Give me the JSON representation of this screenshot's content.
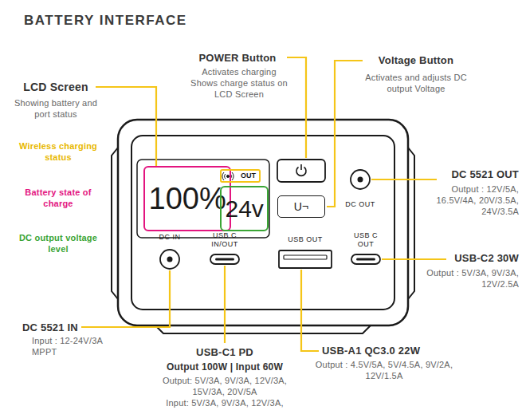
{
  "diagram": {
    "title": "BATTERY INTERFACE",
    "nodes": [
      {
        "text": [
          "100%"
        ]
      },
      {
        "text": [
          "OUT"
        ]
      },
      {
        "text": [
          "24v"
        ]
      },
      {
        "text": [
          "U¬"
        ]
      }
    ],
    "labels": [
      "LCD Screen",
      "Showing battery and port status",
      "Wireless charging status",
      "Battery state of charge",
      "DC output voltage level",
      "POWER Button",
      "Activates charging Shows charge status on LCD Screen",
      "Voltage Button",
      "Activates and adjusts DC output Voltage",
      "DC 5521 OUT",
      "Output : 12V/5A, 16.5V/4A, 20V/3.5A, 24V/3.5A",
      "USB-C2 30W",
      "Output : 5V/3A, 9V/3A, 12V/2.5A",
      "DC 5521 IN",
      "Input : 12-24V/3A MPPT",
      "USB-C1 PD",
      "Output 100W | Input 60W",
      "Output: 5V/3A, 9V/3A, 12V/3A, 15V/3A, 20V/5A",
      "Input: 5V/3A, 9V/3A, 12V/3A,",
      "USB-A1 QC3.0 22W",
      "Output : 4.5V/5A, 5V/4.5A, 9V/2A, 12V/1.5A",
      "DC IN",
      "USB C IN/OUT",
      "USB OUT",
      "USB C OUT",
      "DC OUT"
    ]
  }
}
